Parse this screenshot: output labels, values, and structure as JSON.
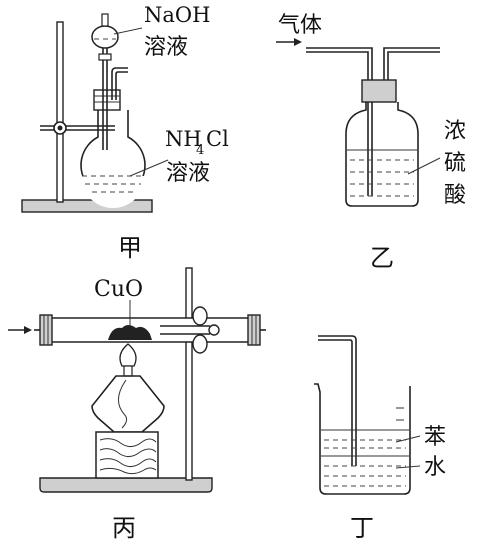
{
  "apparatus": {
    "jia": {
      "caption": "甲",
      "funnel_label_line1": "NaOH",
      "funnel_label_line2": "溶液",
      "flask_label_main": "NH",
      "flask_label_sub": "4",
      "flask_label_tail": "Cl",
      "flask_label_line2": "溶液"
    },
    "yi": {
      "caption": "乙",
      "gas_label": "气体",
      "acid_label": [
        "浓",
        "硫",
        "酸"
      ]
    },
    "bing": {
      "caption": "丙",
      "solid_label": "CuO"
    },
    "ding": {
      "caption": "丁",
      "upper_layer_label": "苯",
      "lower_layer_label": "水"
    }
  }
}
